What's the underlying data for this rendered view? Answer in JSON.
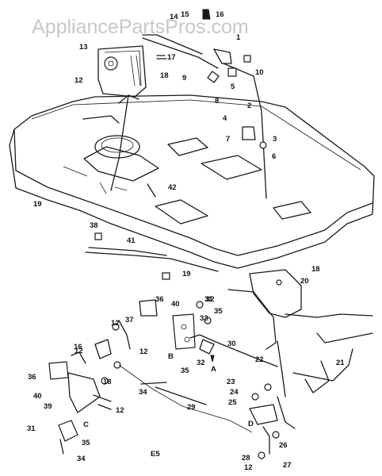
{
  "watermark": "AppliancePartsPros.com",
  "section_code": "E5",
  "part_numbers": [
    "1",
    "2",
    "3",
    "4",
    "5",
    "6",
    "7",
    "8",
    "9",
    "10",
    "12",
    "13",
    "14",
    "15",
    "16",
    "17",
    "18",
    "19",
    "20",
    "21",
    "22",
    "23",
    "24",
    "25",
    "26",
    "27",
    "28",
    "29",
    "30",
    "31",
    "32",
    "33",
    "34",
    "35",
    "36",
    "37",
    "38",
    "39",
    "40",
    "41",
    "42"
  ],
  "letters": [
    "A",
    "B",
    "C",
    "D"
  ]
}
